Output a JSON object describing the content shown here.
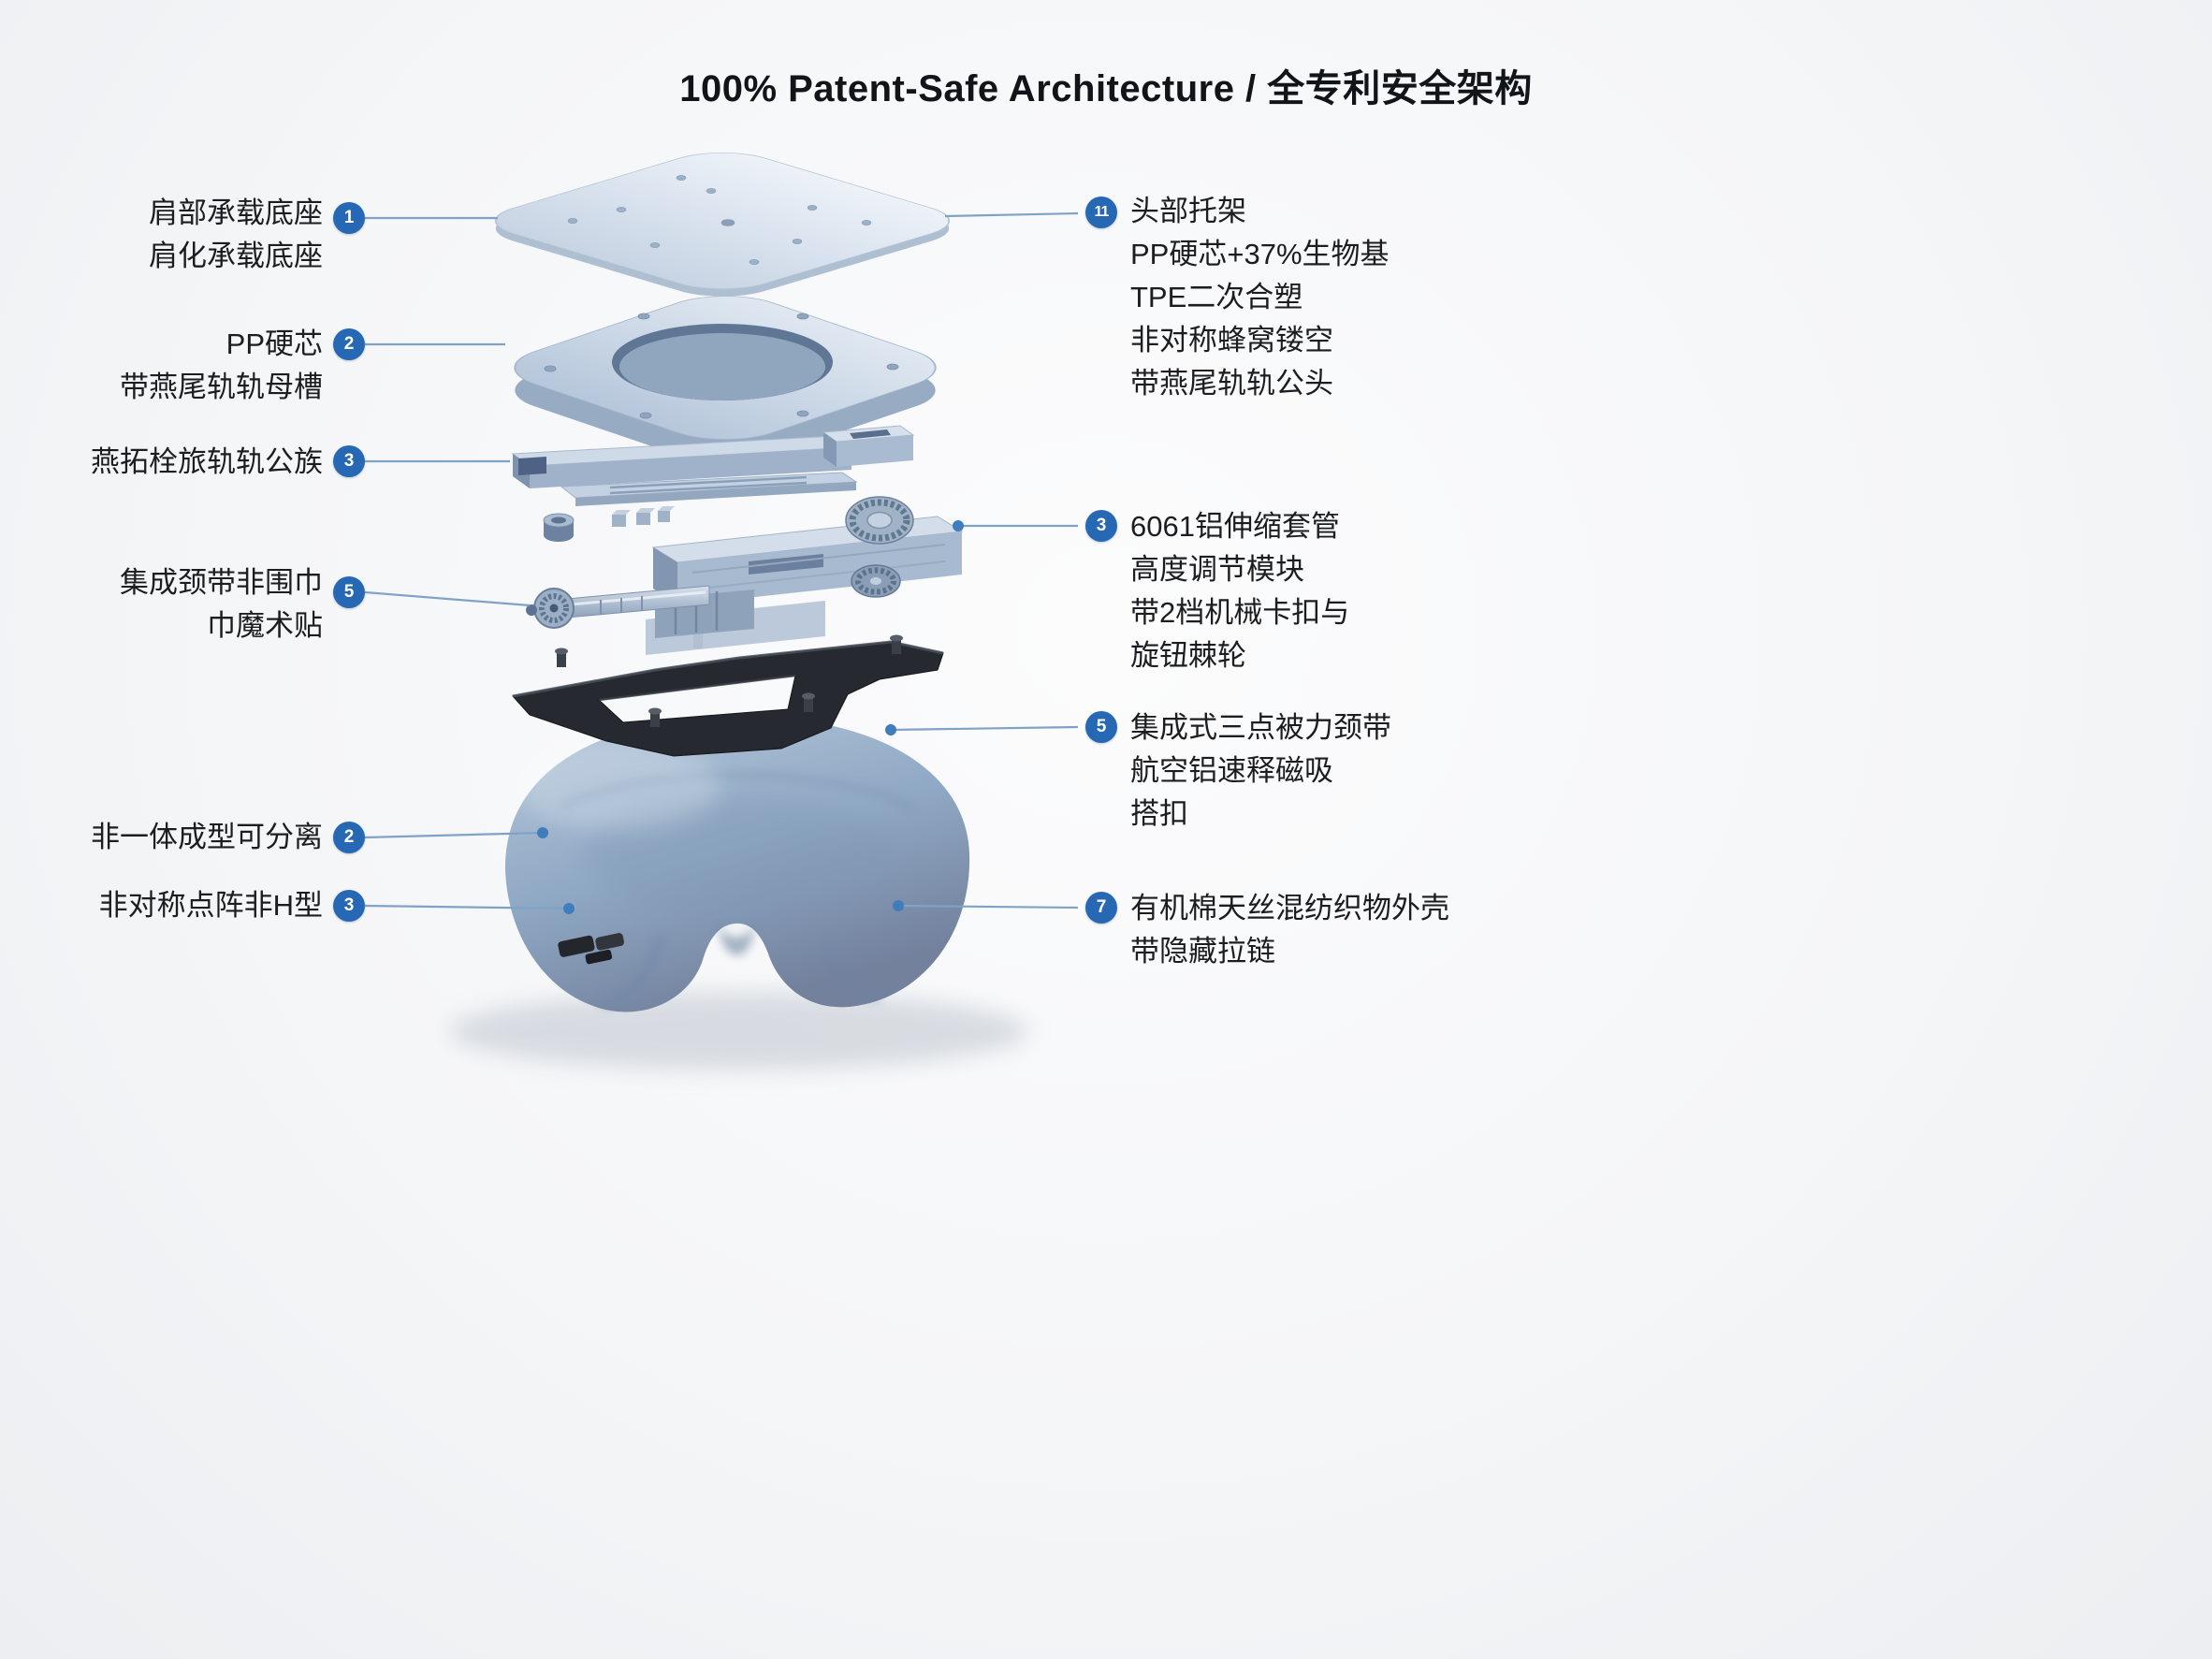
{
  "title": "100% Patent-Safe Architecture / 全专利安全架构",
  "left_labels": [
    {
      "number": "1",
      "lines": [
        "肩部承载底座",
        "肩化承载底座"
      ]
    },
    {
      "number": "2",
      "lines": [
        "PP硬芯",
        "带燕尾轨轨母槽"
      ]
    },
    {
      "number": "3",
      "lines": [
        "燕拓栓旅轨轨公族"
      ]
    },
    {
      "number": "5",
      "lines": [
        "集成颈带非围巾",
        "巾魔术贴"
      ]
    },
    {
      "number": "2",
      "lines": [
        "非一体成型可分离"
      ]
    },
    {
      "number": "3",
      "lines": [
        "非对称点阵非H型"
      ]
    }
  ],
  "right_labels": [
    {
      "number": "11",
      "lines": [
        "头部托架",
        "PP硬芯+37%生物基",
        "TPE二次合塑",
        "非对称蜂窝镂空",
        "带燕尾轨轨公头"
      ]
    },
    {
      "number": "3",
      "lines": [
        "6061铝伸缩套管",
        "高度调节模块",
        "带2档机械卡扣与",
        "旋钮棘轮"
      ]
    },
    {
      "number": "5",
      "lines": [
        "集成式三点被力颈带",
        "航空铝速释磁吸",
        "搭扣"
      ]
    },
    {
      "number": "7",
      "lines": [
        "有机棉天丝混纺织物外壳",
        "带隐藏拉链"
      ]
    }
  ],
  "colors": {
    "badge": "#2668b3",
    "leader_line": "#7fa3c7",
    "leader_dot": "#3f7dbd",
    "plate": "#d9e2ec",
    "pillow": "#8fa7c2",
    "bracket_dark": "#26292f"
  }
}
